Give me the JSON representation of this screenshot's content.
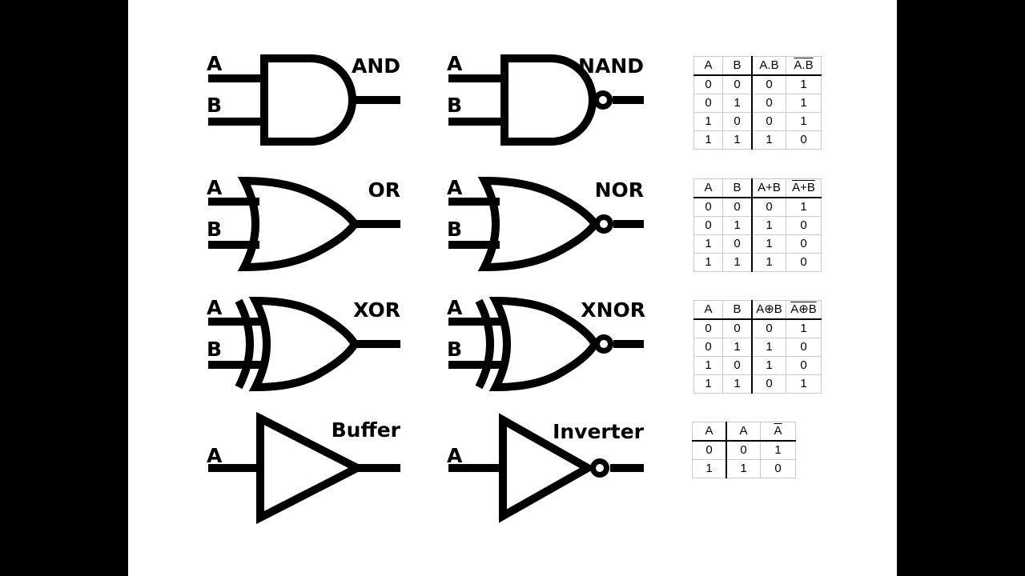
{
  "page": {
    "background": "#000000",
    "canvas_background": "#ffffff",
    "ink": "#000000",
    "table_grid": "#c9c9c9"
  },
  "gates": [
    {
      "label": "AND",
      "inputs": [
        "A",
        "B"
      ]
    },
    {
      "label": "NAND",
      "inputs": [
        "A",
        "B"
      ]
    },
    {
      "label": "OR",
      "inputs": [
        "A",
        "B"
      ]
    },
    {
      "label": "NOR",
      "inputs": [
        "A",
        "B"
      ]
    },
    {
      "label": "XOR",
      "inputs": [
        "A",
        "B"
      ]
    },
    {
      "label": "XNOR",
      "inputs": [
        "A",
        "B"
      ]
    },
    {
      "label": "Buffer",
      "inputs": [
        "A"
      ]
    },
    {
      "label": "Inverter",
      "inputs": [
        "A"
      ]
    }
  ],
  "truth_tables": [
    {
      "headers": [
        {
          "text": "A"
        },
        {
          "text": "B"
        },
        {
          "text": "A.B"
        },
        {
          "text": "A.B",
          "overline": true
        }
      ],
      "thick_after_col": 1,
      "rows": [
        [
          "0",
          "0",
          "0",
          "1"
        ],
        [
          "0",
          "1",
          "0",
          "1"
        ],
        [
          "1",
          "0",
          "0",
          "1"
        ],
        [
          "1",
          "1",
          "1",
          "0"
        ]
      ]
    },
    {
      "headers": [
        {
          "text": "A"
        },
        {
          "text": "B"
        },
        {
          "text": "A+B"
        },
        {
          "text": "A+B",
          "overline": true
        }
      ],
      "thick_after_col": 1,
      "rows": [
        [
          "0",
          "0",
          "0",
          "1"
        ],
        [
          "0",
          "1",
          "1",
          "0"
        ],
        [
          "1",
          "0",
          "1",
          "0"
        ],
        [
          "1",
          "1",
          "1",
          "0"
        ]
      ]
    },
    {
      "headers": [
        {
          "text": "A"
        },
        {
          "text": "B"
        },
        {
          "text": "A⊕B"
        },
        {
          "text": "A⊕B",
          "overline": true
        }
      ],
      "thick_after_col": 1,
      "rows": [
        [
          "0",
          "0",
          "0",
          "1"
        ],
        [
          "0",
          "1",
          "1",
          "0"
        ],
        [
          "1",
          "0",
          "1",
          "0"
        ],
        [
          "1",
          "1",
          "0",
          "1"
        ]
      ]
    },
    {
      "headers": [
        {
          "text": "A"
        },
        {
          "text": "A"
        },
        {
          "text": "A",
          "overline": true
        }
      ],
      "thick_after_col": 0,
      "rows": [
        [
          "0",
          "0",
          "1"
        ],
        [
          "1",
          "1",
          "0"
        ]
      ]
    }
  ]
}
